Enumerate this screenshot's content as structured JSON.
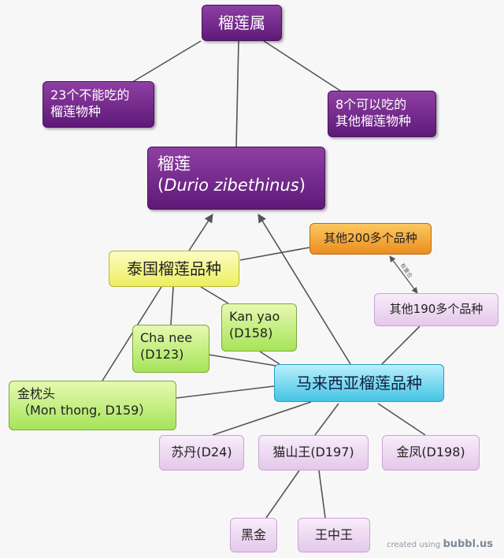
{
  "nodes": {
    "durian_genus": "榴莲属",
    "inedible_l1": "23个不能吃的",
    "inedible_l2": "榴莲物种",
    "edible_l1": "8个可以吃的",
    "edible_l2": "其他榴莲物种",
    "durian_l1": "榴莲",
    "durian_latin": "Durio zibethinus",
    "thai": "泰国榴莲品种",
    "other200": "其他200多个品种",
    "other190": "其他190多个品种",
    "kanyao_l1": "Kan yao",
    "kanyao_l2": "(D158)",
    "chanee_l1": "Cha nee",
    "chanee_l2": "(D123)",
    "montong_l1": "金枕头",
    "montong_l2": "（Mon thong, D159）",
    "malaysia": "马来西亚榴莲品种",
    "d24": "苏丹(D24)",
    "d197": "猫山王(D197)",
    "d198": "金凤(D198)",
    "heijin": "黑金",
    "wangzhongwang": "王中王"
  },
  "edge_label": "有重合",
  "watermark": {
    "prefix": "created using",
    "brand": "bubbl.us"
  }
}
